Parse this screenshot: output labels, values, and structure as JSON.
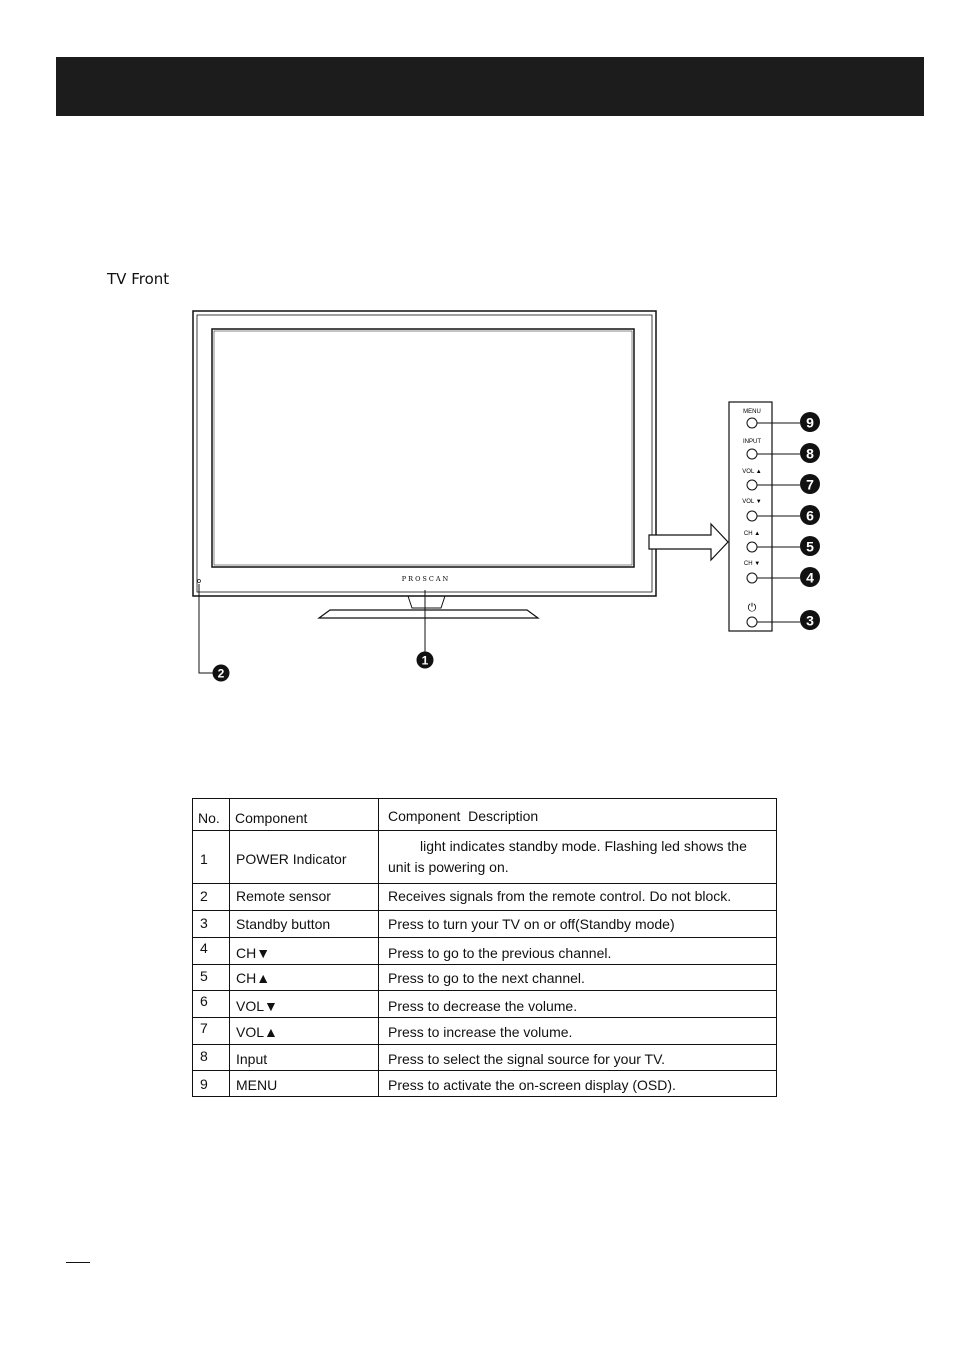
{
  "header": {
    "color": "#1c1c1c"
  },
  "section": {
    "label": "TV Front"
  },
  "diagram": {
    "brand_logo": "PROSCAN",
    "side_panel": [
      {
        "label": "MENU",
        "callout": "9"
      },
      {
        "label": "INPUT",
        "callout": "8"
      },
      {
        "label": "VOL ▲",
        "callout": "7"
      },
      {
        "label": "VOL ▼",
        "callout": "6"
      },
      {
        "label": "CH ▲",
        "callout": "5"
      },
      {
        "label": "CH ▼",
        "callout": "4"
      },
      {
        "label": "⏻",
        "callout": "3"
      }
    ],
    "front_callouts": [
      "1",
      "2"
    ]
  },
  "table": {
    "headers": {
      "no": "No.",
      "component": "Component",
      "description": "Component  Description"
    },
    "rows": [
      {
        "no": "1",
        "component": "POWER Indicator",
        "description": "light indicates standby mode. Flashing led shows the unit is powering on."
      },
      {
        "no": "2",
        "component": "Remote sensor",
        "description": "Receives signals from the remote control. Do not block."
      },
      {
        "no": "3",
        "component": "Standby button",
        "description": "Press to turn your TV on or off(Standby mode)"
      },
      {
        "no": "4",
        "component": "CH▼",
        "description": "Press to go to the previous channel."
      },
      {
        "no": "5",
        "component": "CH▲",
        "description": "Press to go to the next channel."
      },
      {
        "no": "6",
        "component": "VOL▼",
        "description": "Press to decrease the volume."
      },
      {
        "no": "7",
        "component": "VOL▲",
        "description": "Press to increase the volume."
      },
      {
        "no": "8",
        "component": "Input",
        "description": "Press to select the signal source for your TV."
      },
      {
        "no": "9",
        "component": "MENU",
        "description": "Press to activate the on-screen display (OSD)."
      }
    ]
  }
}
